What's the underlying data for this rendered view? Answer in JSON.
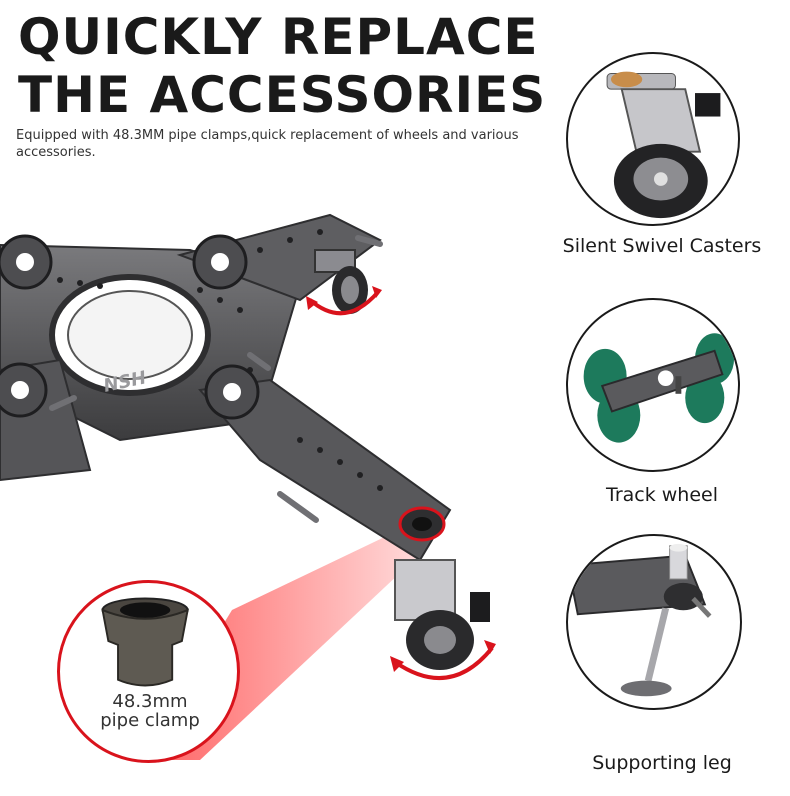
{
  "headline": {
    "line1": "QUICKLY REPLACE",
    "line2": "THE ACCESSORIES"
  },
  "subtitle": "Equipped with 48.3MM pipe clamps,quick replacement of wheels and various accessories.",
  "product": {
    "logo_text": "NSH"
  },
  "accessories": [
    {
      "label": "Silent Swivel Casters",
      "icon": "swivel-caster-photo"
    },
    {
      "label": "Track wheel",
      "icon": "track-wheel-photo"
    },
    {
      "label": "Supporting leg",
      "icon": "supporting-leg-photo"
    }
  ],
  "zoom_callout": {
    "label_line1": "48.3mm",
    "label_line2": "pipe clamp",
    "icon": "pipe-clamp-photo"
  },
  "colors": {
    "metal_dark": "#4a4a4c",
    "metal_mid": "#6b6b6e",
    "accent_red": "#d9131c",
    "track_wheel_green": "#1d7a5c",
    "text": "#1a1a1a"
  }
}
